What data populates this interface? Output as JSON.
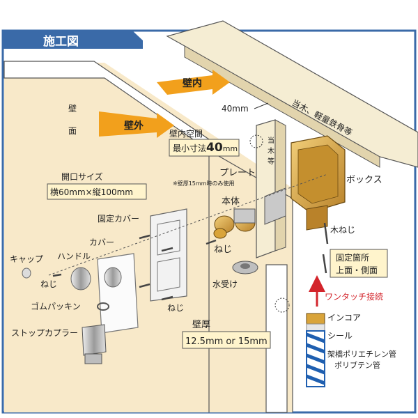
{
  "title": "施工図",
  "arrows": {
    "wall_inside": "壁内",
    "wall_outside": "壁外"
  },
  "wall_surface": [
    "壁",
    "面"
  ],
  "dimension_40": "40mm",
  "studs_label": "当木、軽量鉄骨等",
  "stud_vertical": [
    "当",
    "木",
    "等"
  ],
  "inner_space": {
    "line1": "壁内空間",
    "line2_prefix": "最小寸法",
    "line2_value": "40",
    "line2_unit": "mm"
  },
  "opening": {
    "title": "開口サイズ",
    "line": "横60mm×縦100mm"
  },
  "note_plate": "※壁厚15mm時のみ使用",
  "parts": {
    "plate": "プレート",
    "box": "ボックス",
    "body": "本体",
    "fixed_cover": "固定カバー",
    "cover": "カバー",
    "cap": "キャップ",
    "handle": "ハンドル",
    "screw": "ねじ",
    "rubber_packing": "ゴムパッキン",
    "stop_coupler": "ストップカプラー",
    "water_tray": "水受け",
    "wood_screw": "木ねじ",
    "one_touch": "ワンタッチ接続",
    "in_core": "インコア",
    "seal": "シール",
    "pipe_line1": "架橋ポリエチレン管",
    "pipe_line2": "ポリブテン管"
  },
  "fixing": {
    "line1": "固定箇所",
    "line2": "上面・側面"
  },
  "thickness": {
    "title": "壁厚",
    "line": "12.5mm or 15mm"
  },
  "colors": {
    "title_bar": "#3a6aa8",
    "wall": "#f8e9c9",
    "arrow": "#f2a01c",
    "label_box": "#fff4cc",
    "brass": "#d9a43a",
    "pipe_blue": "#1f5fb0",
    "red_arrow": "#d3242b"
  }
}
